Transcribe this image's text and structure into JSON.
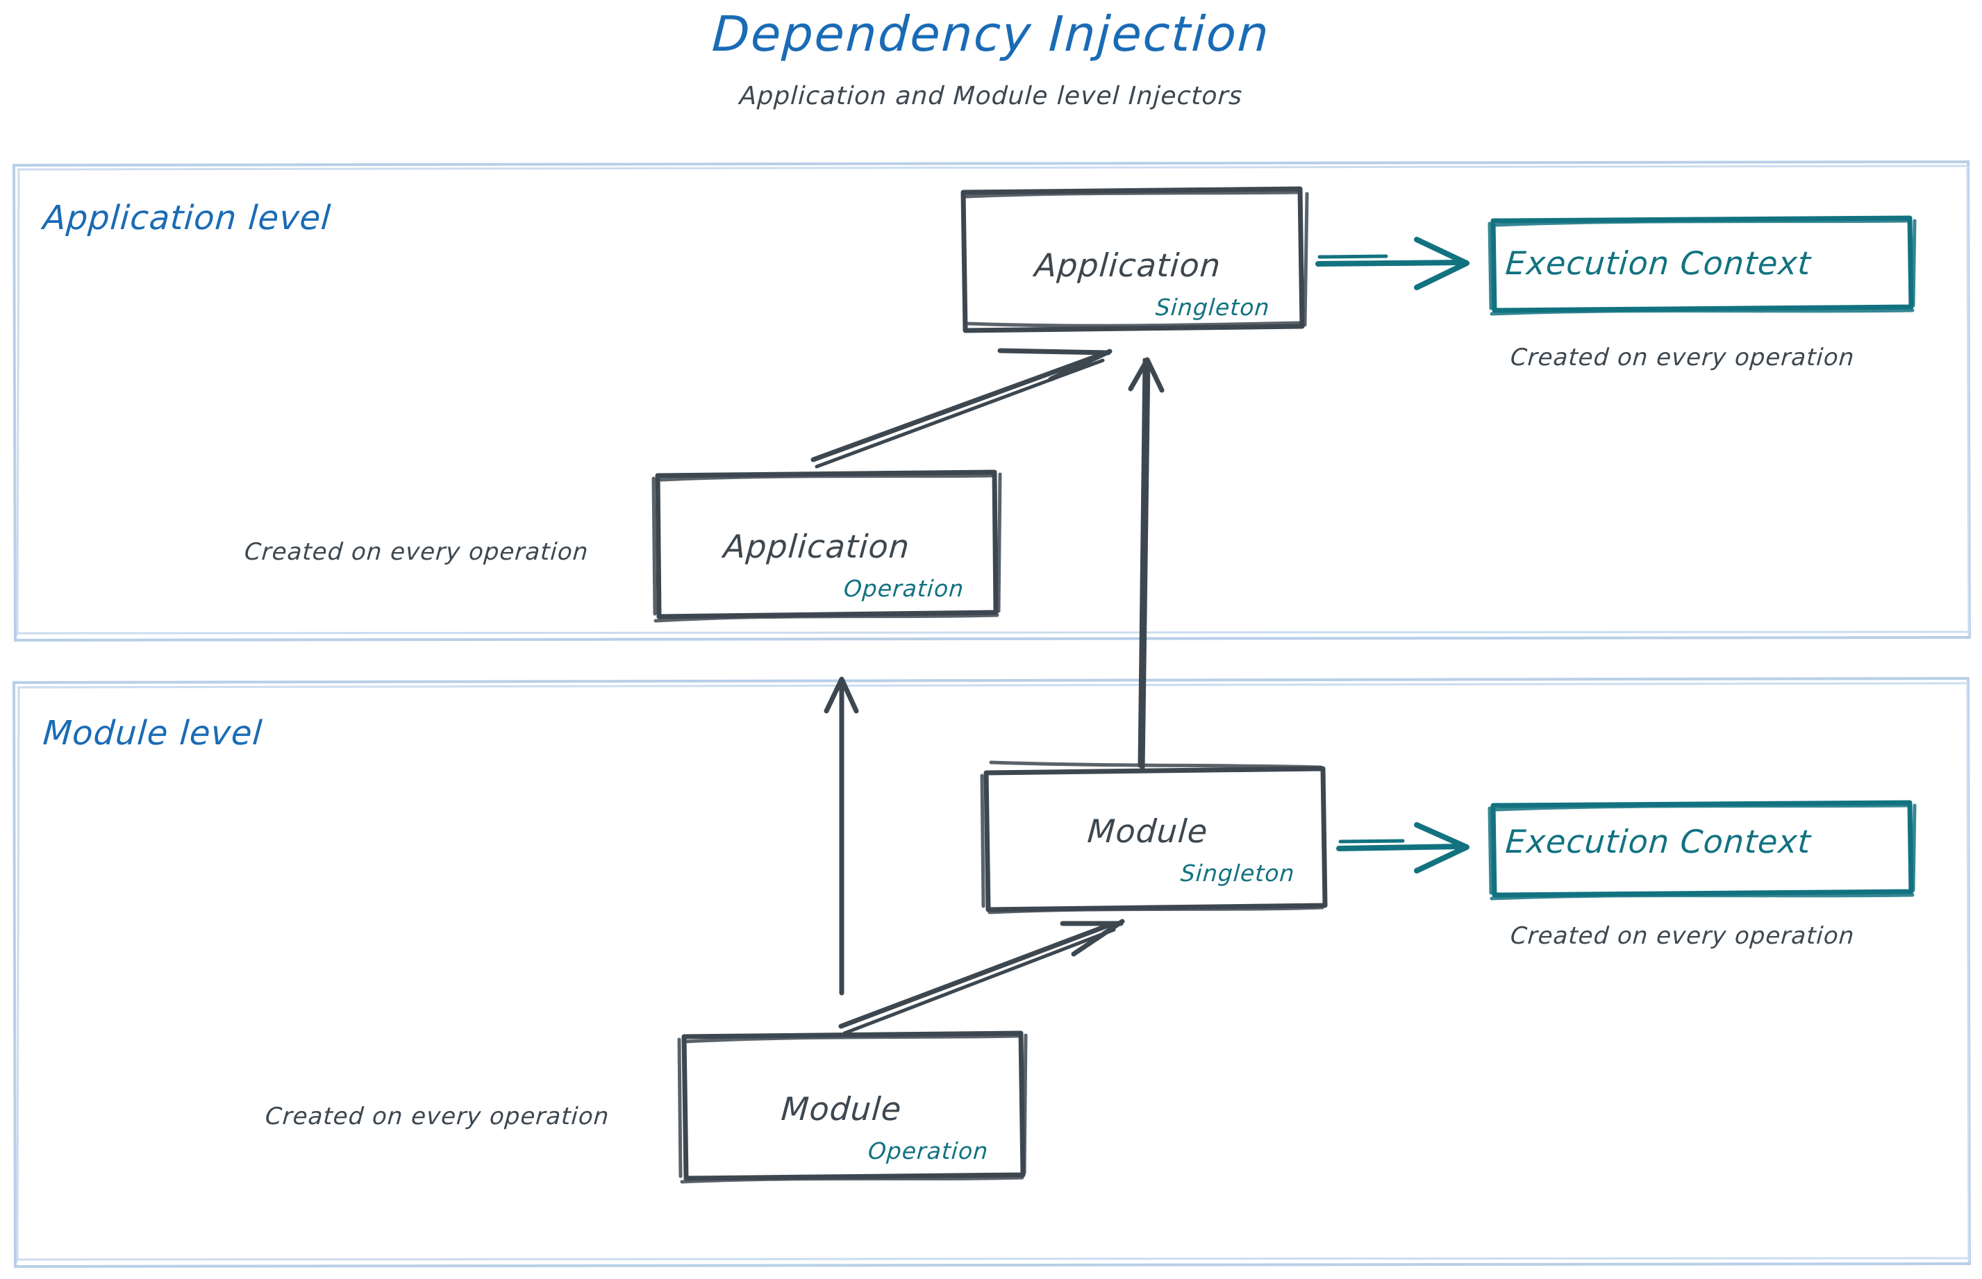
{
  "header": {
    "title": "Dependency Injection",
    "subtitle": "Application and Module level Injectors"
  },
  "colors": {
    "title_blue": "#1a6bb5",
    "lane_label_blue": "#1a6bb5",
    "lane_border_blue": "#b9cfe8",
    "ink_gray": "#3d4750",
    "scope_teal": "#127280"
  },
  "lanes": [
    {
      "id": "application-level",
      "label": "Application level",
      "nodes": [
        {
          "id": "application-singleton",
          "title": "Application",
          "scope": "Singleton",
          "style": "gray-box"
        },
        {
          "id": "execution-context-application",
          "title": "Execution Context",
          "style": "teal-box",
          "note": "Created on every operation"
        },
        {
          "id": "application-operation",
          "title": "Application",
          "scope": "Operation",
          "style": "gray-box",
          "note": "Created on every operation"
        }
      ]
    },
    {
      "id": "module-level",
      "label": "Module level",
      "nodes": [
        {
          "id": "module-singleton",
          "title": "Module",
          "scope": "Singleton",
          "style": "gray-box"
        },
        {
          "id": "execution-context-module",
          "title": "Execution Context",
          "style": "teal-box",
          "note": "Created on every operation"
        },
        {
          "id": "module-operation",
          "title": "Module",
          "scope": "Operation",
          "style": "gray-box",
          "note": "Created on every operation"
        }
      ]
    }
  ],
  "edges": [
    {
      "id": "app-singleton-to-ec",
      "from": "application-singleton",
      "to": "execution-context-application",
      "color": "#127280",
      "direction": "right"
    },
    {
      "id": "app-op-to-app-singleton",
      "from": "application-operation",
      "to": "application-singleton",
      "color": "#3d4750",
      "direction": "up-right"
    },
    {
      "id": "mod-singleton-to-app-singleton",
      "from": "module-singleton",
      "to": "application-singleton",
      "color": "#3d4750",
      "direction": "up"
    },
    {
      "id": "mod-op-to-app-op",
      "from": "module-operation",
      "to": "application-operation",
      "color": "#3d4750",
      "direction": "up"
    },
    {
      "id": "mod-singleton-to-ec",
      "from": "module-singleton",
      "to": "execution-context-module",
      "color": "#127280",
      "direction": "right"
    },
    {
      "id": "mod-op-to-mod-singleton",
      "from": "module-operation",
      "to": "module-singleton",
      "color": "#3d4750",
      "direction": "up-right"
    }
  ],
  "notes": {
    "ec_application": "Created on every operation",
    "ec_module": "Created on every operation",
    "application_operation": "Created on every operation",
    "module_operation": "Created on every operation"
  }
}
